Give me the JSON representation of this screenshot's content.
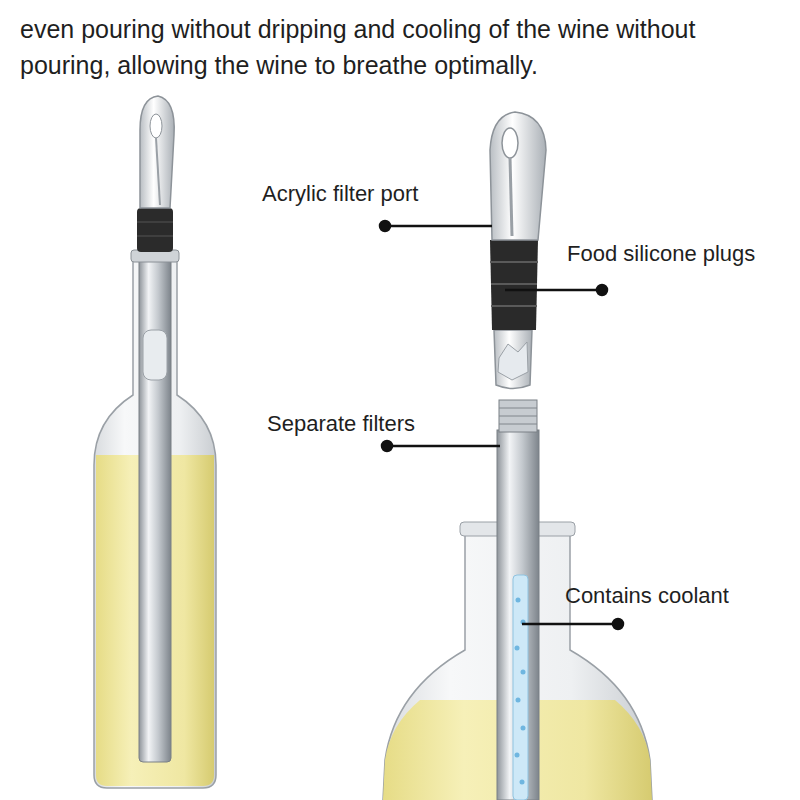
{
  "diagram": {
    "title": "even pouring without dripping and cooling of the wine without pouring, allowing the wine to breathe optimally.",
    "labels": [
      "Acrylic filter port",
      "Food silicone plugs",
      "Separate filters",
      "Contains coolant"
    ]
  }
}
